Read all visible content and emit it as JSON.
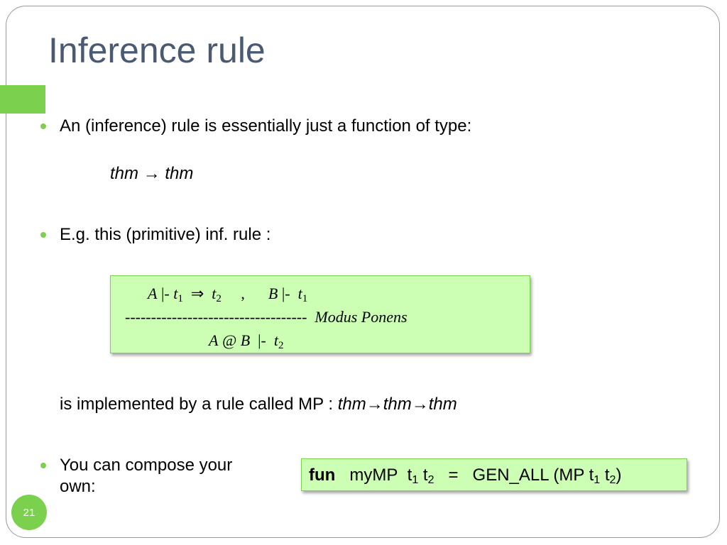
{
  "slide": {
    "title": "Inference rule",
    "page_number": "21",
    "accent_color": "#7bd14e",
    "title_color": "#4a5a73"
  },
  "bullets": [
    {
      "text": "An (inference) rule is essentially just a function of type:"
    },
    {
      "text": "E.g. this (primitive) inf. rule :"
    },
    {
      "text_line1": "You can compose your",
      "text_line2": "own:"
    }
  ],
  "type_expr": {
    "left": "thm",
    "arrow": "→",
    "right": "thm"
  },
  "rule_box": {
    "premise": {
      "A": "A",
      "turnstile": "|-",
      "t": "t",
      "sub1": "1",
      "implies": "⇒",
      "t2": "t",
      "sub2": "2",
      "comma": ",",
      "B": "B",
      "turnstile2": "|-",
      "t3": "t",
      "sub3": "1"
    },
    "separator": "-----------------------------------",
    "rule_name": "Modus Ponens",
    "conclusion": {
      "A": "A",
      "at": "@",
      "B": "B",
      "turnstile": "|-",
      "t": "t",
      "sub": "2"
    }
  },
  "implementation": {
    "prefix": "is implemented by a rule called MP : ",
    "type": "thm→thm→thm"
  },
  "code": {
    "keyword": "fun",
    "name": "myMP",
    "arg1": "t",
    "arg1_sub": "1",
    "arg2": "t",
    "arg2_sub": "2",
    "equals": "=",
    "body_start": "GEN_ALL (MP t",
    "body_sub1": "1",
    "body_mid": " t",
    "body_sub2": "2",
    "body_end": ")"
  }
}
